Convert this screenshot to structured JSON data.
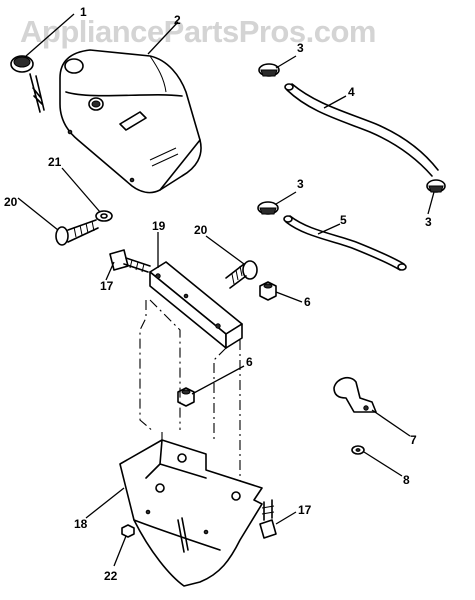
{
  "watermark": "AppliancePartsPros.com",
  "callouts": {
    "c1": "1",
    "c2": "2",
    "c3a": "3",
    "c3b": "3",
    "c3c": "3",
    "c4": "4",
    "c5": "5",
    "c6a": "6",
    "c6b": "6",
    "c7": "7",
    "c8": "8",
    "c17a": "17",
    "c17b": "17",
    "c18": "18",
    "c19": "19",
    "c20a": "20",
    "c20b": "20",
    "c21": "21",
    "c22": "22"
  }
}
